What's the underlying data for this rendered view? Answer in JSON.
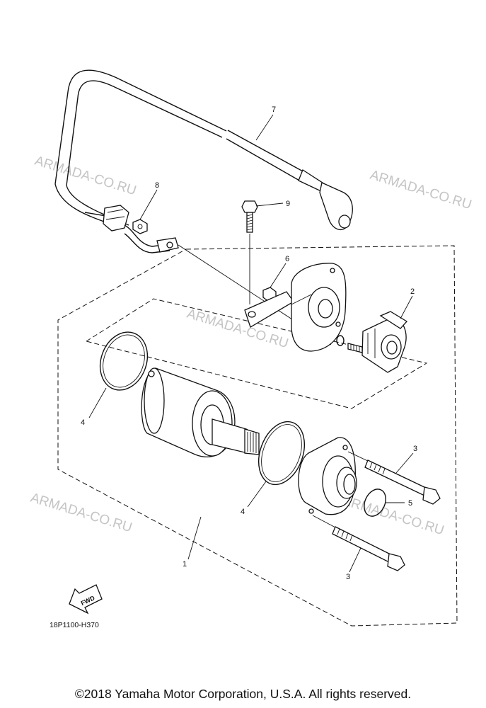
{
  "diagram": {
    "callouts": [
      "7",
      "8",
      "9",
      "6",
      "2",
      "4",
      "3",
      "4",
      "5",
      "1",
      "3"
    ],
    "watermarks": [
      "ARMADA-CO.RU",
      "ARMADA-CO.RU",
      "ARMADA-CO.RU",
      "ARMADA-CO.RU",
      "ARMADA-CO.RU"
    ],
    "fwd_label": "FWD",
    "diagram_code": "18P1100-H370"
  },
  "footer": {
    "copyright": "©2018 Yamaha Motor Corporation, U.S.A. All rights reserved."
  }
}
